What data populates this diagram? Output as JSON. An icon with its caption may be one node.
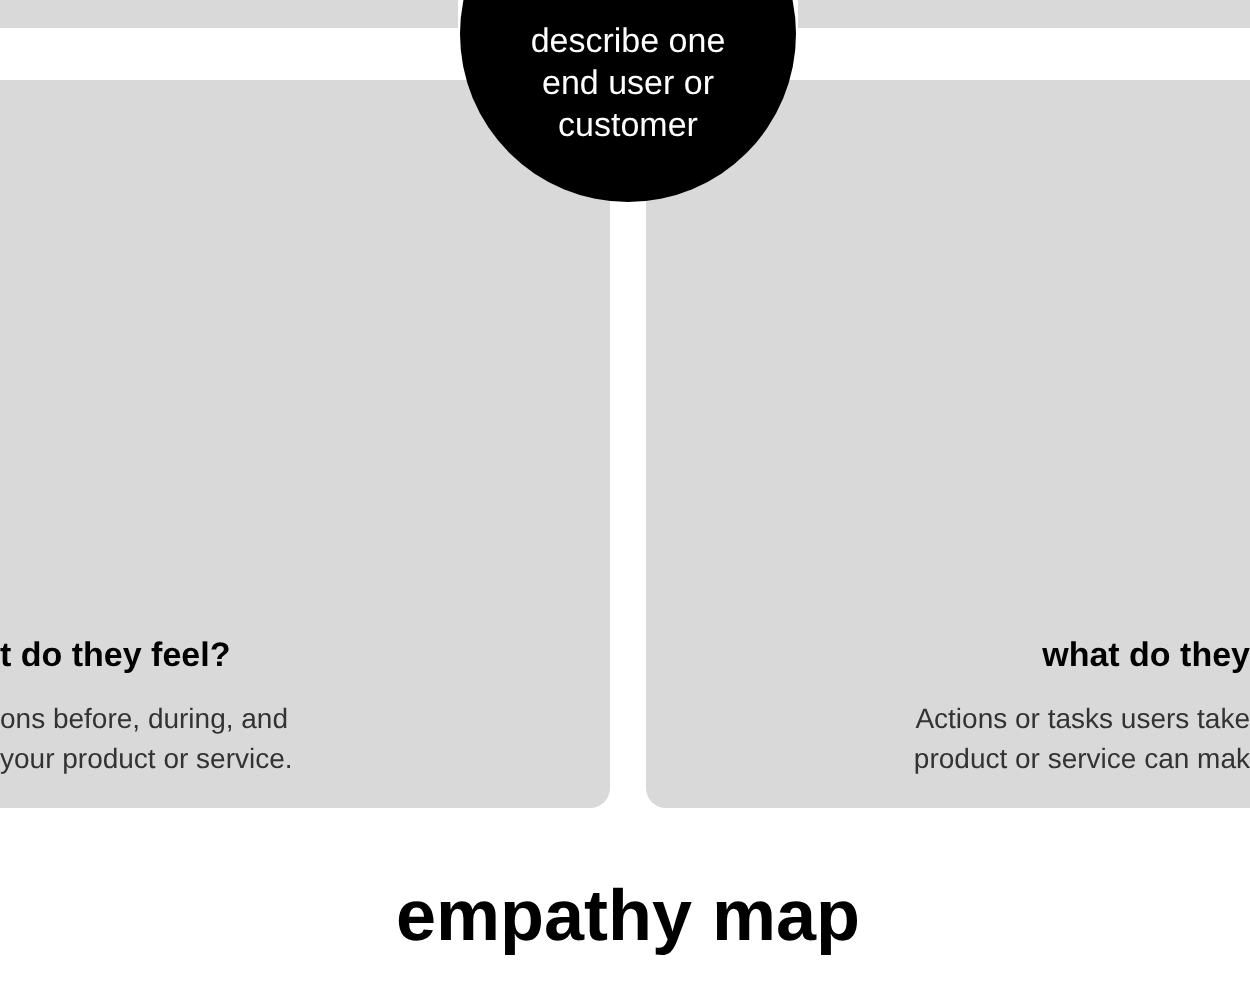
{
  "diagram": {
    "title": "empathy map",
    "nodes": [
      {
        "text": [],
        "shape": "box"
      },
      {
        "text": [],
        "shape": "box"
      },
      {
        "text": [
          "t do they feel?",
          "ons before, during, and your product or service."
        ]
      },
      {
        "text": [
          "what do they",
          "Actions or tasks users take product or service can mak"
        ]
      },
      {
        "text": [
          "describe one end user or customer"
        ]
      }
    ]
  }
}
